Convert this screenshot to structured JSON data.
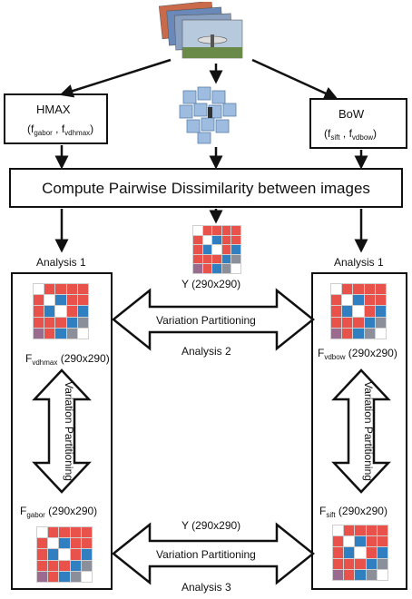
{
  "hmax": {
    "title": "HMAX",
    "feat_open": "(f",
    "feat_a_sub": "gabor",
    "feat_sep": " , f",
    "feat_b_sub": "vdhmax",
    "feat_close": ")"
  },
  "bow": {
    "title": "BoW",
    "feat_open": "(f",
    "feat_a_sub": "sift",
    "feat_sep": " , f",
    "feat_b_sub": "vdbow",
    "feat_close": ")"
  },
  "compute_label": "Compute Pairwise Dissimilarity between images",
  "y_label": "Y (290x290)",
  "analysis1_left": "Analysis 1",
  "analysis1_right": "Analysis 1",
  "analysis2": "Analysis 2",
  "analysis3": "Analysis 3",
  "variation_partitioning": "Variation Partitioning",
  "f_vdhmax": {
    "base": "F",
    "sub": "vdhmax",
    "size": " (290x290)"
  },
  "f_gabor": {
    "base": "F",
    "sub": "gabor",
    "size": " (290x290)"
  },
  "f_vdbow": {
    "base": "F",
    "sub": "vdbow",
    "size": " (290x290)"
  },
  "f_sift": {
    "base": "F",
    "sub": "sift",
    "size": " (290x290)"
  },
  "colors": {
    "red": "#e8524a",
    "blue": "#2f7fc1",
    "grey": "#8a8f99",
    "purple": "#9b6b8f",
    "white": "#ffffff"
  },
  "matrix_pattern": [
    [
      "w",
      "r",
      "r",
      "r",
      "r"
    ],
    [
      "r",
      "w",
      "b",
      "r",
      "r"
    ],
    [
      "r",
      "b",
      "w",
      "r",
      "b"
    ],
    [
      "r",
      "r",
      "r",
      "b",
      "g"
    ],
    [
      "p",
      "r",
      "b",
      "g",
      "w"
    ]
  ]
}
